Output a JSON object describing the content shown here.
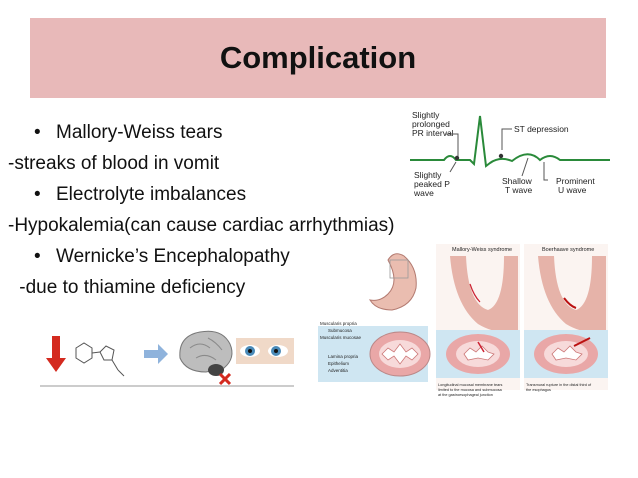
{
  "slide": {
    "title": "Complication",
    "items": [
      {
        "kind": "bullet",
        "text": "Mallory-Weiss tears"
      },
      {
        "kind": "sub",
        "text": "-streaks of blood in vomit"
      },
      {
        "kind": "bullet",
        "text": "Electrolyte imbalances"
      },
      {
        "kind": "sub",
        "text": "-Hypokalemia(can cause cardiac arrhythmias)"
      },
      {
        "kind": "bullet",
        "text": "Wernicke’s  Encephalopathy"
      },
      {
        "kind": "sub",
        "text": " -due to thiamine deficiency"
      }
    ],
    "bullet_glyph": "•"
  },
  "ecg": {
    "label_pr": "Slightly prolonged PR interval",
    "label_pr_lines": [
      "Slightly",
      "prolonged",
      "PR interval"
    ],
    "label_st": "ST depression",
    "label_p_lines": [
      "Slightly",
      "peaked P",
      "wave"
    ],
    "label_t_lines": [
      "Shallow",
      "T wave"
    ],
    "label_u_lines": [
      "Prominent",
      "U wave"
    ]
  },
  "esophagus": {
    "header_left": "Mallory-Weiss syndrome",
    "header_right": "Boerhaave syndrome",
    "layers": [
      "Muscularis propria",
      "Submucosa",
      "Muscularis mucosae",
      "Lamina propria",
      "Epithelium",
      "Adventitia"
    ],
    "caption_left_lines": [
      "Longitudinal mucosal membrane tears",
      "limited to the mucosa and submucosa",
      "at the gastroesophageal junction"
    ],
    "caption_right_lines": [
      "Transmural rupture in the distal third of",
      "the esophagus"
    ]
  },
  "colors": {
    "title_band": "#e8b9b9",
    "arrow_red": "#d42a1f",
    "arrow_blue": "#8fb3dc",
    "tissue_pink": "#e9a7a7",
    "tissue_light": "#f7dada",
    "panel_blue": "#cfe6f2"
  }
}
